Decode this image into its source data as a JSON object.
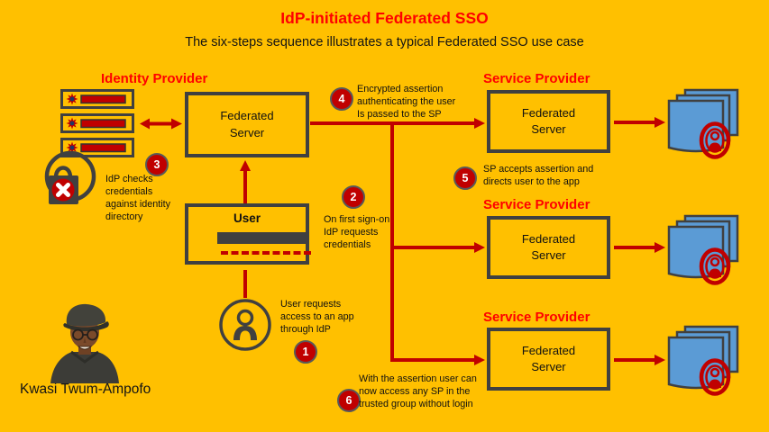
{
  "colors": {
    "background": "#FFC000",
    "title_red": "#FF0000",
    "arrow_red": "#C00000",
    "border_gray": "#404040",
    "doc_blue": "#5B9BD5"
  },
  "header": {
    "title": "IdP-initiated Federated SSO",
    "subtitle": "The six-steps sequence illustrates a typical Federated SSO use case"
  },
  "identity_provider": {
    "heading": "Identity Provider",
    "server_label": "Federated\nServer",
    "user_label": "User"
  },
  "service_providers": [
    {
      "heading": "Service Provider",
      "server_label": "Federated\nServer"
    },
    {
      "heading": "Service Provider",
      "server_label": "Federated\nServer"
    },
    {
      "heading": "Service Provider",
      "server_label": "Federated\nServer"
    }
  ],
  "steps": [
    {
      "number": "1",
      "text": "User requests access to an app through IdP"
    },
    {
      "number": "2",
      "text": "On first sign-on IdP requests credentials"
    },
    {
      "number": "3",
      "text": "IdP checks credentials against identity directory"
    },
    {
      "number": "4",
      "text": "Encrypted assertion authenticating the user Is passed to the SP"
    },
    {
      "number": "5",
      "text": "SP accepts assertion and directs user to the app"
    },
    {
      "number": "6",
      "text": "With the assertion user can now access any SP in the trusted group without login"
    }
  ],
  "author": {
    "name": "Kwasi Twum-Ampofo"
  },
  "icons": {
    "directory": "identity-directory-server-stack",
    "lock": "lock-access-denied",
    "person": "user-person-circle",
    "app": "app-document-stack-user-badge",
    "arrows": "red-flow-arrows"
  }
}
